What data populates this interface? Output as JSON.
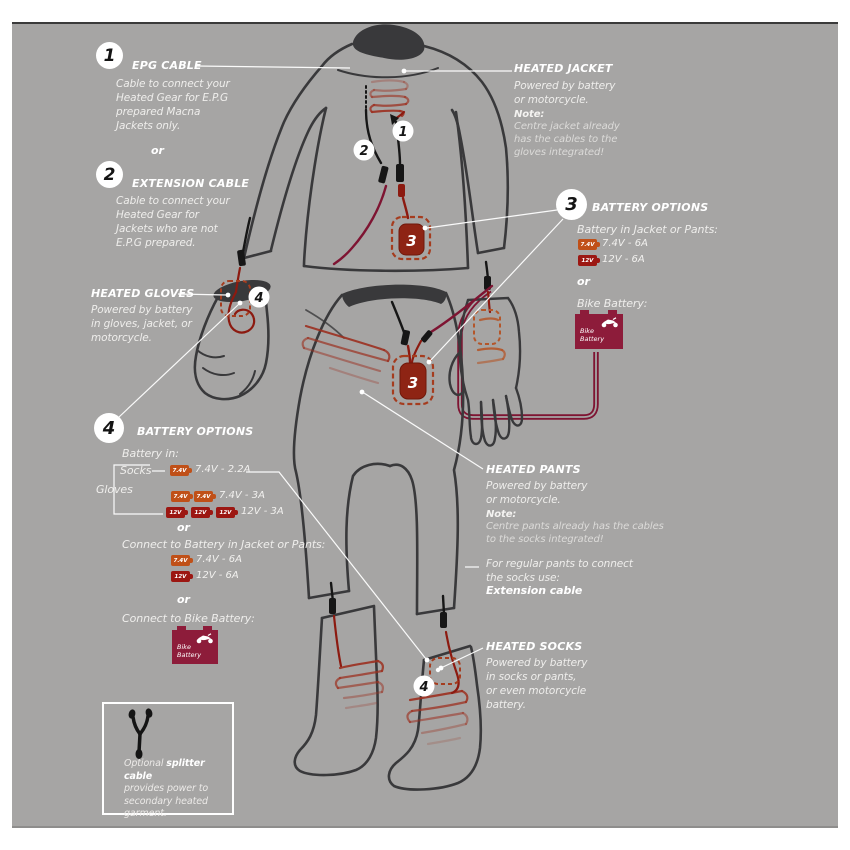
{
  "canvas": {
    "bg": "#a6a5a4"
  },
  "colors": {
    "chip_74": "#c05018",
    "chip_12": "#9c1712",
    "bike_battery": "#8d1c3a",
    "cable_maroon": "#7e1432",
    "garment_battery": "#8e2414",
    "heat_coil": "#9c3020",
    "garment_outline": "#39393b",
    "text": "#ffffff"
  },
  "badges": {
    "one": "1",
    "two": "2",
    "three": "3",
    "four": "4"
  },
  "chips": {
    "v74": "7.4V",
    "v12": "12V"
  },
  "row_labels": {
    "r74_22": "7.4V - 2.2A",
    "r74_3": "7.4V - 3A",
    "r12_3": "12V - 3A",
    "r74_6": "7.4V - 6A",
    "r12_6": "12V - 6A"
  },
  "bike_battery": {
    "label": "Bike\nBattery"
  },
  "s1": {
    "title": "EPG CABLE",
    "body": "Cable to connect your\nHeated Gear for E.P.G\nprepared Macna\nJackets only.",
    "or": "or"
  },
  "s2": {
    "title": "EXTENSION CABLE",
    "body": "Cable to connect your\nHeated Gear for\nJackets who are not\nE.P.G prepared."
  },
  "gloves": {
    "title": "HEATED GLOVES",
    "body": "Powered by battery\nin gloves, jacket, or\nmotorcycle."
  },
  "s4": {
    "title": "BATTERY OPTIONS",
    "battery_in": "Battery in:",
    "socks": "Socks",
    "gloves": "Gloves",
    "or_a": "or",
    "connect_jacket": "Connect to Battery in Jacket or Pants:",
    "or_b": "or",
    "connect_bike": "Connect to Bike Battery:"
  },
  "s3": {
    "title": "BATTERY OPTIONS",
    "battery_in": "Battery in Jacket or Pants:",
    "or": "or",
    "bike": "Bike Battery:"
  },
  "jacket": {
    "title": "HEATED JACKET",
    "body": "Powered by battery\nor motorcycle.",
    "note_label": "Note:",
    "note": "Centre jacket already\nhas the cables to the\ngloves integrated!"
  },
  "pants": {
    "title": "HEATED PANTS",
    "body": "Powered by battery\nor motorcycle.",
    "note_label": "Note:",
    "note": "Centre pants already has the cables\nto the socks integrated!",
    "regular": "For regular pants to connect\nthe socks use:",
    "extension": "Extension cable"
  },
  "socks": {
    "title": "HEATED SOCKS",
    "body": "Powered by battery\nin socks or pants,\nor even motorcycle\nbattery."
  },
  "splitter": {
    "pre": "Optional ",
    "bold": "splitter cable",
    "rest": "\nprovides power to\nsecondary heated\ngarment."
  }
}
